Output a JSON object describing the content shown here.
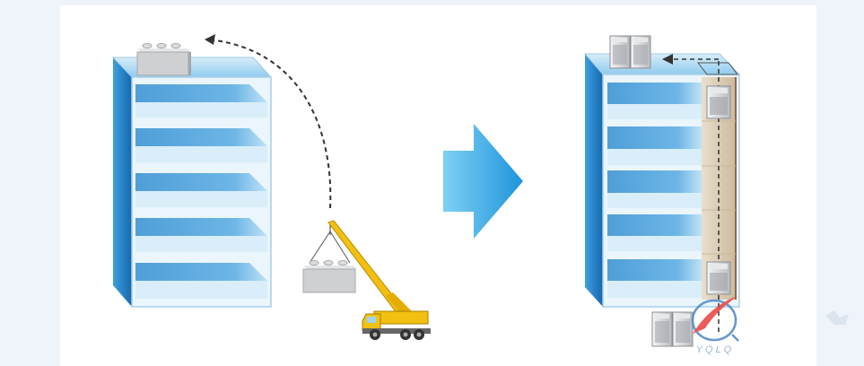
{
  "diagram": {
    "left_scene": "before",
    "right_scene": "after"
  },
  "watermark": {
    "text": "YQLQ",
    "accent_red": "#e8403d",
    "accent_blue": "#4e87c7"
  },
  "colors": {
    "building_side": "#1e7fcb",
    "building_front": "#e9f4fb",
    "window": "#5aa6dc",
    "arrow": "#2fa7e3",
    "crane_yellow": "#f2c011",
    "unit_gray": "#cfd2d4"
  }
}
